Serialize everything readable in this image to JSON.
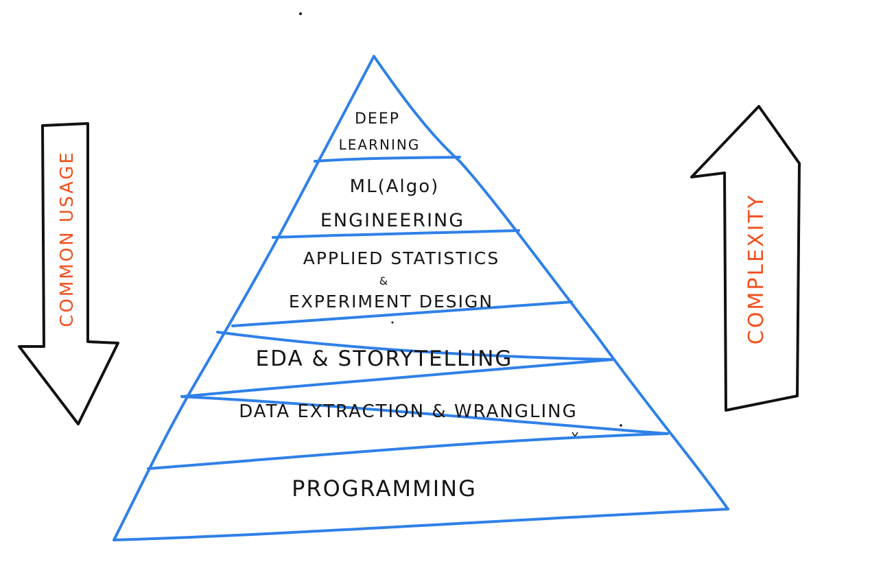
{
  "colors": {
    "pyramid_line": "#2f80e8",
    "arrow_outline": "#111111",
    "arrow_label": "#f0501e",
    "text": "#151515"
  },
  "pyramid": {
    "layers": [
      {
        "line1": "DEEP",
        "line2": "LEARNING"
      },
      {
        "line1": "ML(Algo)",
        "line2": "ENGINEERING"
      },
      {
        "line1": "APPLIED STATISTICS",
        "line2": "&",
        "line3": "EXPERIMENT DESIGN"
      },
      {
        "line1": "EDA & STORYTELLING"
      },
      {
        "line1": "DATA EXTRACTION & WRANGLING"
      },
      {
        "line1": ""
      },
      {
        "line1": "PROGRAMMING"
      }
    ]
  },
  "left_arrow": {
    "label": "COMMON USAGE",
    "direction": "down"
  },
  "right_arrow": {
    "label": "COMPLEXITY",
    "direction": "up"
  }
}
